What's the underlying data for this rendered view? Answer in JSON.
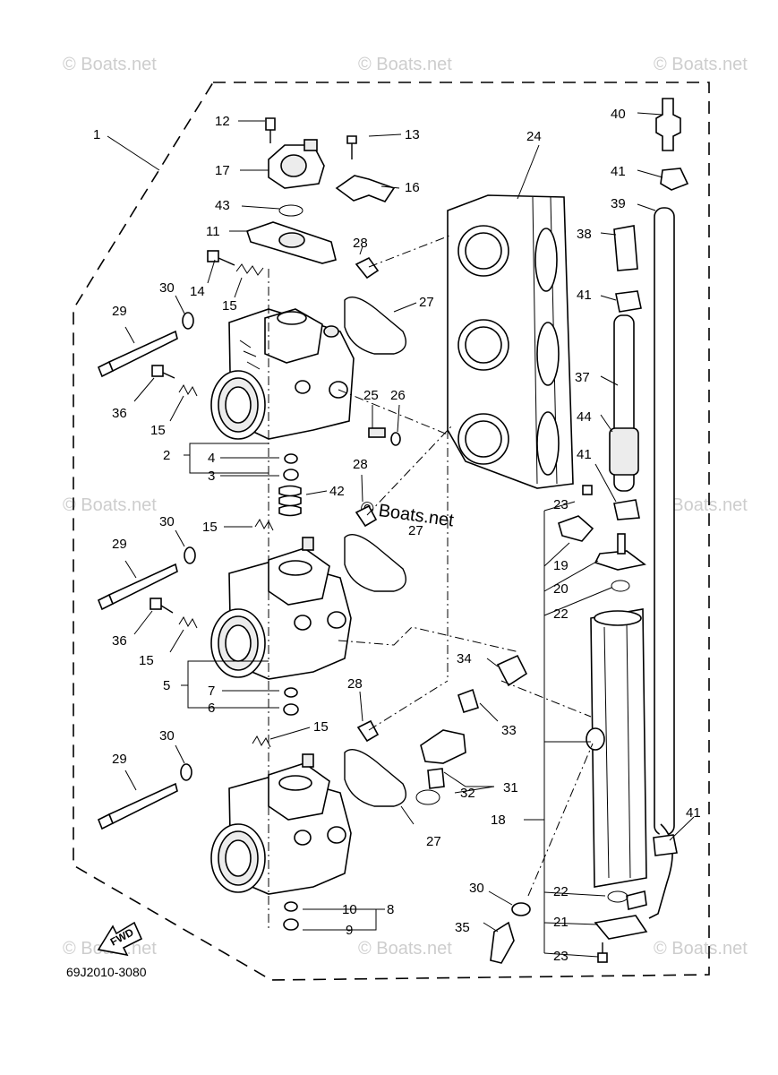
{
  "diagram": {
    "drawing_code": "69J2010-3080",
    "fwd_label": "FWD",
    "watermark": "© Boats.net",
    "center_watermark": "© Boats.net",
    "callouts": {
      "c1": "1",
      "c2": "2",
      "c3": "3",
      "c4": "4",
      "c5": "5",
      "c6": "6",
      "c7": "7",
      "c8": "8",
      "c9": "9",
      "c10": "10",
      "c11": "11",
      "c12": "12",
      "c13": "13",
      "c14": "14",
      "c15": "15",
      "c16": "16",
      "c17": "17",
      "c18": "18",
      "c19": "19",
      "c20": "20",
      "c21": "21",
      "c22": "22",
      "c23": "23",
      "c24": "24",
      "c25": "25",
      "c26": "26",
      "c27": "27",
      "c28": "28",
      "c29": "29",
      "c30": "30",
      "c31": "31",
      "c32": "32",
      "c33": "33",
      "c34": "34",
      "c35": "35",
      "c36": "36",
      "c37": "37",
      "c38": "38",
      "c39": "39",
      "c40": "40",
      "c41": "41",
      "c42": "42",
      "c43": "43",
      "c44": "44"
    }
  }
}
